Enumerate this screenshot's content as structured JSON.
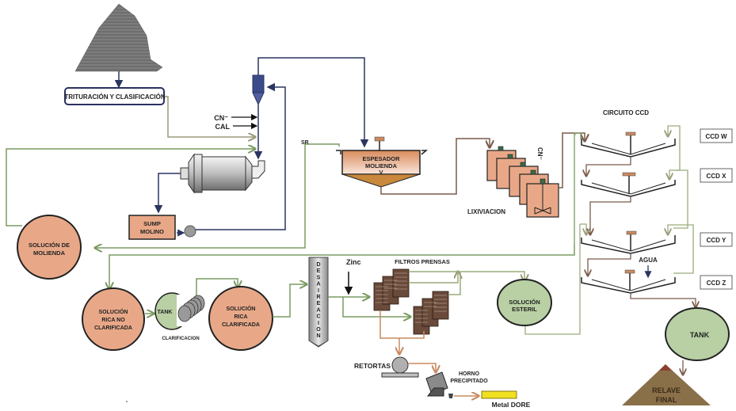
{
  "title": "Proceso de lixiviación y recuperación de oro",
  "colors": {
    "salmon": "#e8a888",
    "green_fill": "#b8d0a4",
    "green_line": "#8aaa6e",
    "olive_line": "#a4a888",
    "navy_line": "#2a3560",
    "brown_line": "#7a5a4a",
    "orange_line": "#c98a60",
    "relave": "#8a7048",
    "gold": "#f0e020"
  },
  "nodes": {
    "trituracion": "TRITURACIÓN Y CLASIFICACIÓN",
    "cn": "CN⁻",
    "cal": "CAL",
    "sump_line1": "SUMP",
    "sump_line2": "MOLINO",
    "sr": "SR",
    "espesador_line1": "ESPESADOR",
    "espesador_line2": "MOLIENDA",
    "espesador_line3": "V",
    "cn_lix": "CN⁻",
    "lixiviacion": "LIXIVIACION",
    "circuito_ccd": "CIRCUITO CCD",
    "ccd_w": "CCD W",
    "ccd_x": "CCD X",
    "ccd_y": "CCD Y",
    "ccd_z": "CCD Z",
    "agua": "AGUA",
    "tank_final": "TANK",
    "relave_line1": "RELAVE",
    "relave_line2": "FINAL",
    "solucion_molienda_line1": "SOLUCIÓN DE",
    "solucion_molienda_line2": "MOLIENDA",
    "rica_no_line1": "SOLUCIÓN",
    "rica_no_line2": "RICA NO",
    "rica_no_line3": "CLARIFICADA",
    "tank_clar": "TANK",
    "clarificacion": "CLARIFICACION",
    "rica_line1": "SOLUCIÓN",
    "rica_line2": "RICA",
    "rica_line3": "CLARIFICADA",
    "desaireacion": [
      "D",
      "E",
      "S",
      "A",
      "I",
      "R",
      "E",
      "A",
      "C",
      "I",
      "O",
      "N"
    ],
    "zinc": "Zinc",
    "filtros": "FILTROS PRENSAS",
    "esteril_line1": "SOLUCIÓN",
    "esteril_line2": "ESTERIL",
    "retortas": "RETORTAS",
    "horno_line1": "HORNO",
    "horno_line2": "PRECIPITADO",
    "metal_dore": "Metal DORE"
  }
}
